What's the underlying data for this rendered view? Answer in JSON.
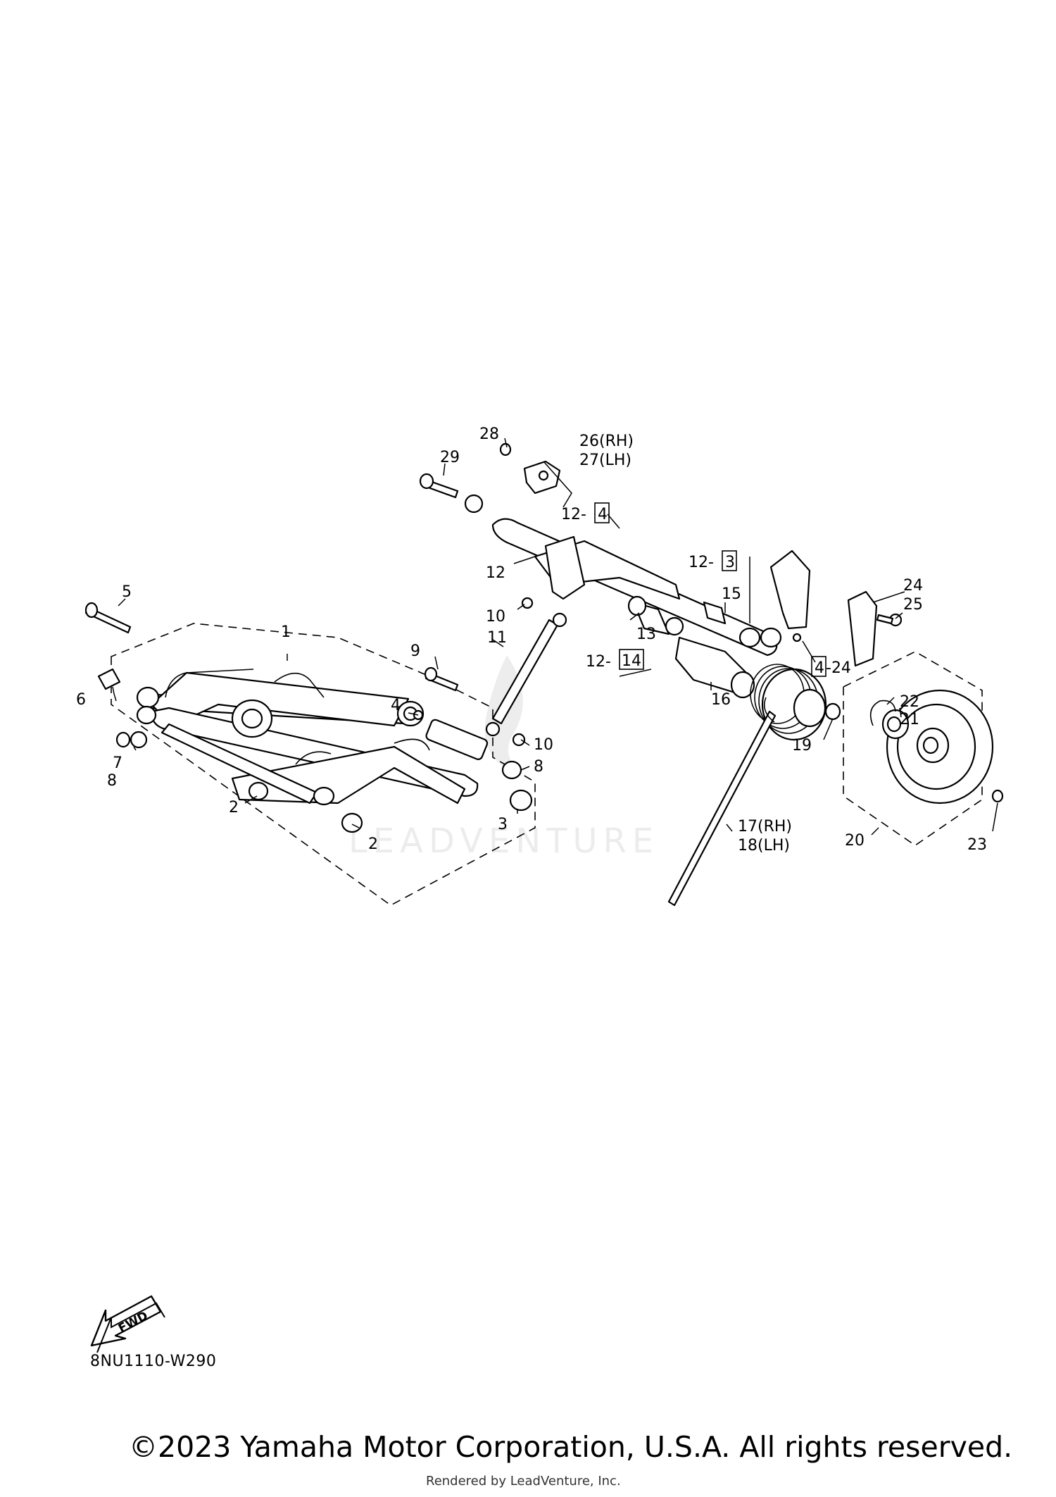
{
  "diagram": {
    "code": "8NU1110-W290",
    "copyright": "©2023 Yamaha Motor Corporation, U.S.A. All rights reserved.",
    "rendered_by": "Rendered by LeadVenture, Inc.",
    "watermark": "LEADVENTURE",
    "fwd_badge": "FWD",
    "callouts": {
      "c1": "1",
      "c2a": "2",
      "c2b": "2",
      "c3": "3",
      "c4": "4",
      "c5": "5",
      "c6": "6",
      "c7": "7",
      "c8a": "8",
      "c8b": "8",
      "c9": "9",
      "c10a": "10",
      "c10b": "10",
      "c11": "11",
      "c12": "12",
      "c12_4": "12-",
      "c12_4_box": "4",
      "c12_3": "12-",
      "c12_3_box": "3",
      "c12_14": "12-",
      "c12_14_box": "14",
      "c13": "13",
      "c15": "15",
      "c16": "16",
      "c17": "17(RH)",
      "c18": "18(LH)",
      "c19": "19",
      "c20": "20",
      "c21": "21",
      "c22": "22",
      "c23": "23",
      "c24": "24",
      "c24b_box": "4",
      "c24b": "-24",
      "c25": "25",
      "c26": "26(RH)",
      "c27": "27(LH)",
      "c28": "28",
      "c29": "29"
    }
  }
}
